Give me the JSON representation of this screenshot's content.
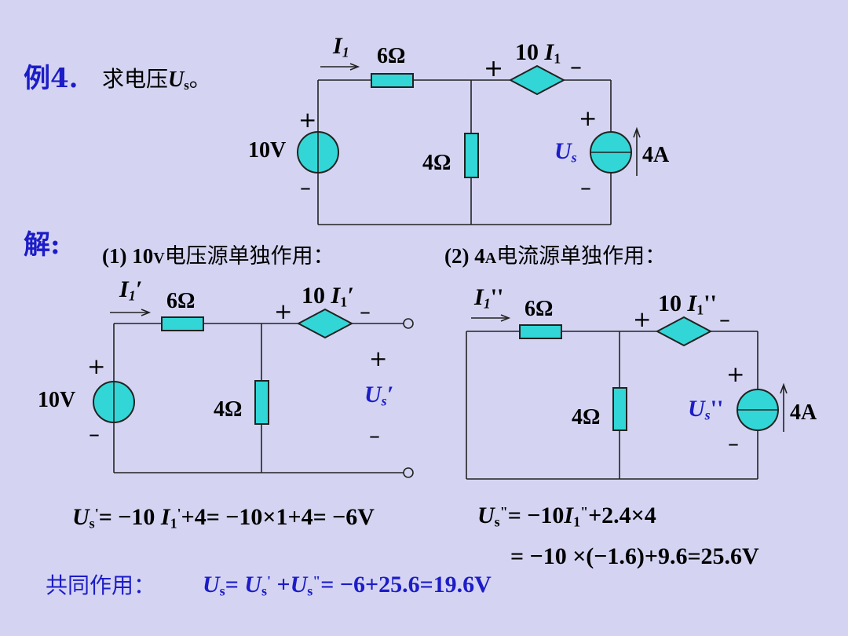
{
  "title": {
    "example": "例4.",
    "task": "求电压",
    "task_var": "U",
    "task_sub": "s",
    "task_end": "。"
  },
  "solution_label": "解:",
  "case1_heading": {
    "num": "(1) 10",
    "unit": "V",
    "text": "电压源单独作用："
  },
  "case2_heading": {
    "num": "(2) 4",
    "unit": "A",
    "text": "电流源单独作用："
  },
  "top_circuit": {
    "current": "I",
    "current_sub": "1",
    "r_series": "6Ω",
    "r_shunt": "4Ω",
    "dep_coef": "10",
    "dep_var": "I",
    "dep_sub": "1",
    "vsrc": "10V",
    "isrc": "4A",
    "us": "U",
    "us_sub": "s",
    "plus": "+",
    "minus": "–"
  },
  "circuit1": {
    "current": "I",
    "current_sub": "1",
    "prime": "′",
    "r_series": "6Ω",
    "r_shunt": "4Ω",
    "dep_coef": "10",
    "vsrc": "10V",
    "us": "U",
    "us_sub": "s",
    "plus": "+",
    "minus": "–"
  },
  "circuit2": {
    "current": "I",
    "current_sub": "1",
    "dprime": "''",
    "r_series": "6Ω",
    "r_shunt": "4Ω",
    "dep_coef": "10",
    "isrc": "4A",
    "us": "U",
    "us_sub": "s",
    "plus": "+",
    "minus": "–"
  },
  "equations": {
    "eq1_lhs": "U",
    "eq1_lhs_sub": "s",
    "eq1_mark": "'",
    "eq1_mid": "= −10 ",
    "eq1_i": "I",
    "eq1_i_sub": "1",
    "eq1_i_mark": "'",
    "eq1_rest": "+4= −10×1+4= −6V",
    "eq2_lhs": "U",
    "eq2_lhs_sub": "s",
    "eq2_mark": "\"",
    "eq2_mid": "= −10",
    "eq2_i": "I",
    "eq2_i_sub": "1",
    "eq2_i_mark": "\"",
    "eq2_rest": "+2.4×4",
    "eq3": "= −10 ×(−1.6)+9.6=25.6V"
  },
  "combined": {
    "label": "共同作用：",
    "lhs": "U",
    "lhs_sub": "s",
    "eq": "= ",
    "t1": "U",
    "t1_sub": "s",
    "t1_mark": "'",
    "plus": " +",
    "t2": "U",
    "t2_sub": "s",
    "t2_mark": "\"",
    "result": "= −6+25.6=19.6V"
  },
  "colors": {
    "background": "#d4d4f2",
    "accent_blue": "#1c1cc8",
    "component_fill": "#33d6d6",
    "wire": "#222222"
  },
  "icons": {
    "voltage_source": "circle-voltage-source-icon",
    "current_source": "circle-current-source-icon",
    "dependent_source": "diamond-dependent-source-icon",
    "resistor": "rectangle-resistor-icon",
    "terminal": "open-terminal-icon",
    "current_arrow": "current-direction-arrow-icon"
  }
}
